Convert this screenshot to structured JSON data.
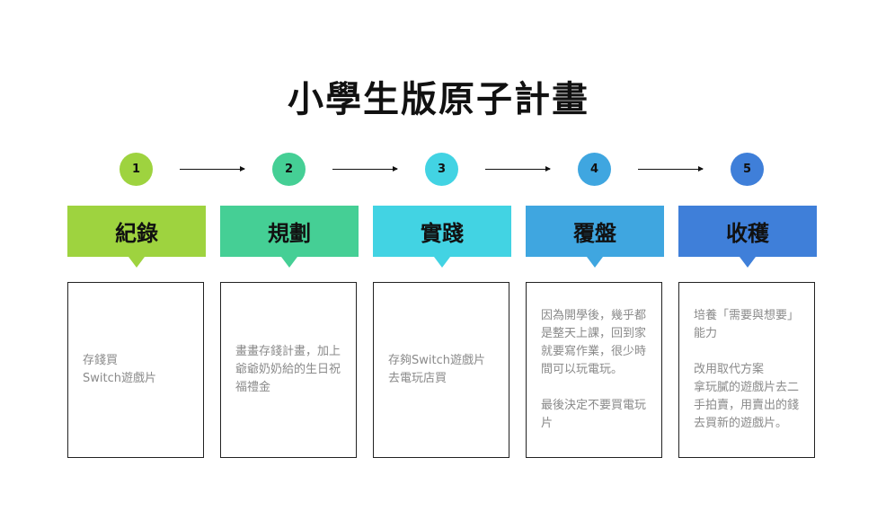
{
  "title": "小學生版原子計畫",
  "colors": {
    "step1": "#9ed33f",
    "step2": "#45cf95",
    "step3": "#42d3e3",
    "step4": "#3fa6e0",
    "step5": "#3f7fd9"
  },
  "steps": [
    {
      "number": "1",
      "label": "紀錄",
      "text": "存錢買\nSwitch遊戲片"
    },
    {
      "number": "2",
      "label": "規劃",
      "text": "畫畫存錢計畫，加上爺爺奶奶給的生日祝福禮金"
    },
    {
      "number": "3",
      "label": "實踐",
      "text": "存夠Switch遊戲片\n去電玩店買"
    },
    {
      "number": "4",
      "label": "覆盤",
      "text": "因為開學後，幾乎都是整天上課，回到家就要寫作業，很少時間可以玩電玩。\n\n最後決定不要買電玩片"
    },
    {
      "number": "5",
      "label": "收穫",
      "text": "培養「需要與想要」能力\n\n改用取代方案\n拿玩膩的遊戲片去二手拍賣，用賣出的錢去買新的遊戲片。"
    }
  ]
}
